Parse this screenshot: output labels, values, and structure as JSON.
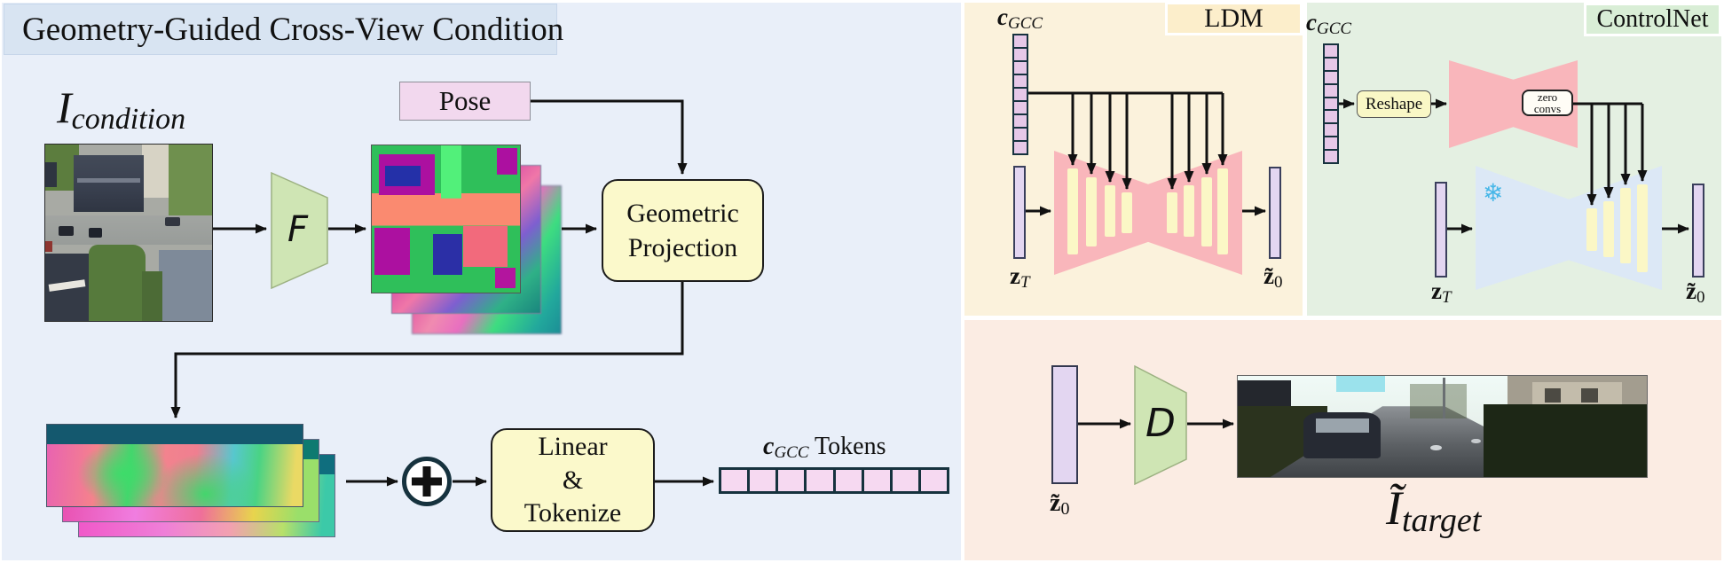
{
  "title": "Geometry-Guided Cross-View Condition",
  "left_panel": {
    "condition_image_label": {
      "base": "I",
      "sub": "condition"
    },
    "encoder_label": "F",
    "pose_label": "Pose",
    "geometric_projection_lines": [
      "Geometric",
      "Projection"
    ],
    "linear_tokenize_lines": [
      "Linear",
      "&",
      "Tokenize"
    ],
    "tokens_label": {
      "base": "c",
      "sub": "GCC",
      "rest": " Tokens"
    },
    "token_row_count": 8,
    "add_operator": "+"
  },
  "ldm_panel": {
    "panel_label": "LDM",
    "cgcc_label": {
      "base": "c",
      "sub": "GCC"
    },
    "token_stack_count": 9,
    "zt_label": {
      "base": "z",
      "sub": "T"
    },
    "z0_label": {
      "base": "z̃",
      "sub": "0"
    }
  },
  "controlnet_panel": {
    "panel_label": "ControlNet",
    "cgcc_label": {
      "base": "c",
      "sub": "GCC"
    },
    "token_stack_count": 9,
    "reshape_label": "Reshape",
    "zero_convs_lines": [
      "zero",
      "convs"
    ],
    "snowflake_icon": "❄",
    "zt_label": {
      "base": "z",
      "sub": "T"
    },
    "z0_label": {
      "base": "z̃",
      "sub": "0"
    }
  },
  "decoder_panel": {
    "z0_label": {
      "base": "z̃",
      "sub": "0"
    },
    "decoder_label": "D",
    "target_image_label": {
      "base": "Ĩ",
      "sub": "target"
    }
  },
  "colors": {
    "left_panel_bg": "#e9eff9",
    "title_box_bg": "#d8e4f2",
    "ldm_panel_bg": "#fbf2dc",
    "ldm_chip_bg": "#fceecb",
    "controlnet_panel_bg": "#e4f0e2",
    "controlnet_chip_bg": "#d9eed6",
    "decoder_panel_bg": "#fbece3",
    "unet_pink": "#f9b6bb",
    "unet_blue": "#dce8f6",
    "inner_bar_yellow": "#fbf7c6",
    "process_box_yellow": "#fbf9cb",
    "pose_box_pink": "#f2d8ee",
    "token_pink": "#f6d9f1",
    "stack_cell_purple": "#e6c8e8",
    "latent_bar_lilac": "#e3d6f1",
    "trapezoid_green": "#cfe5b4",
    "arrow_black": "#111111",
    "snowflake_blue": "#47b7e8"
  }
}
